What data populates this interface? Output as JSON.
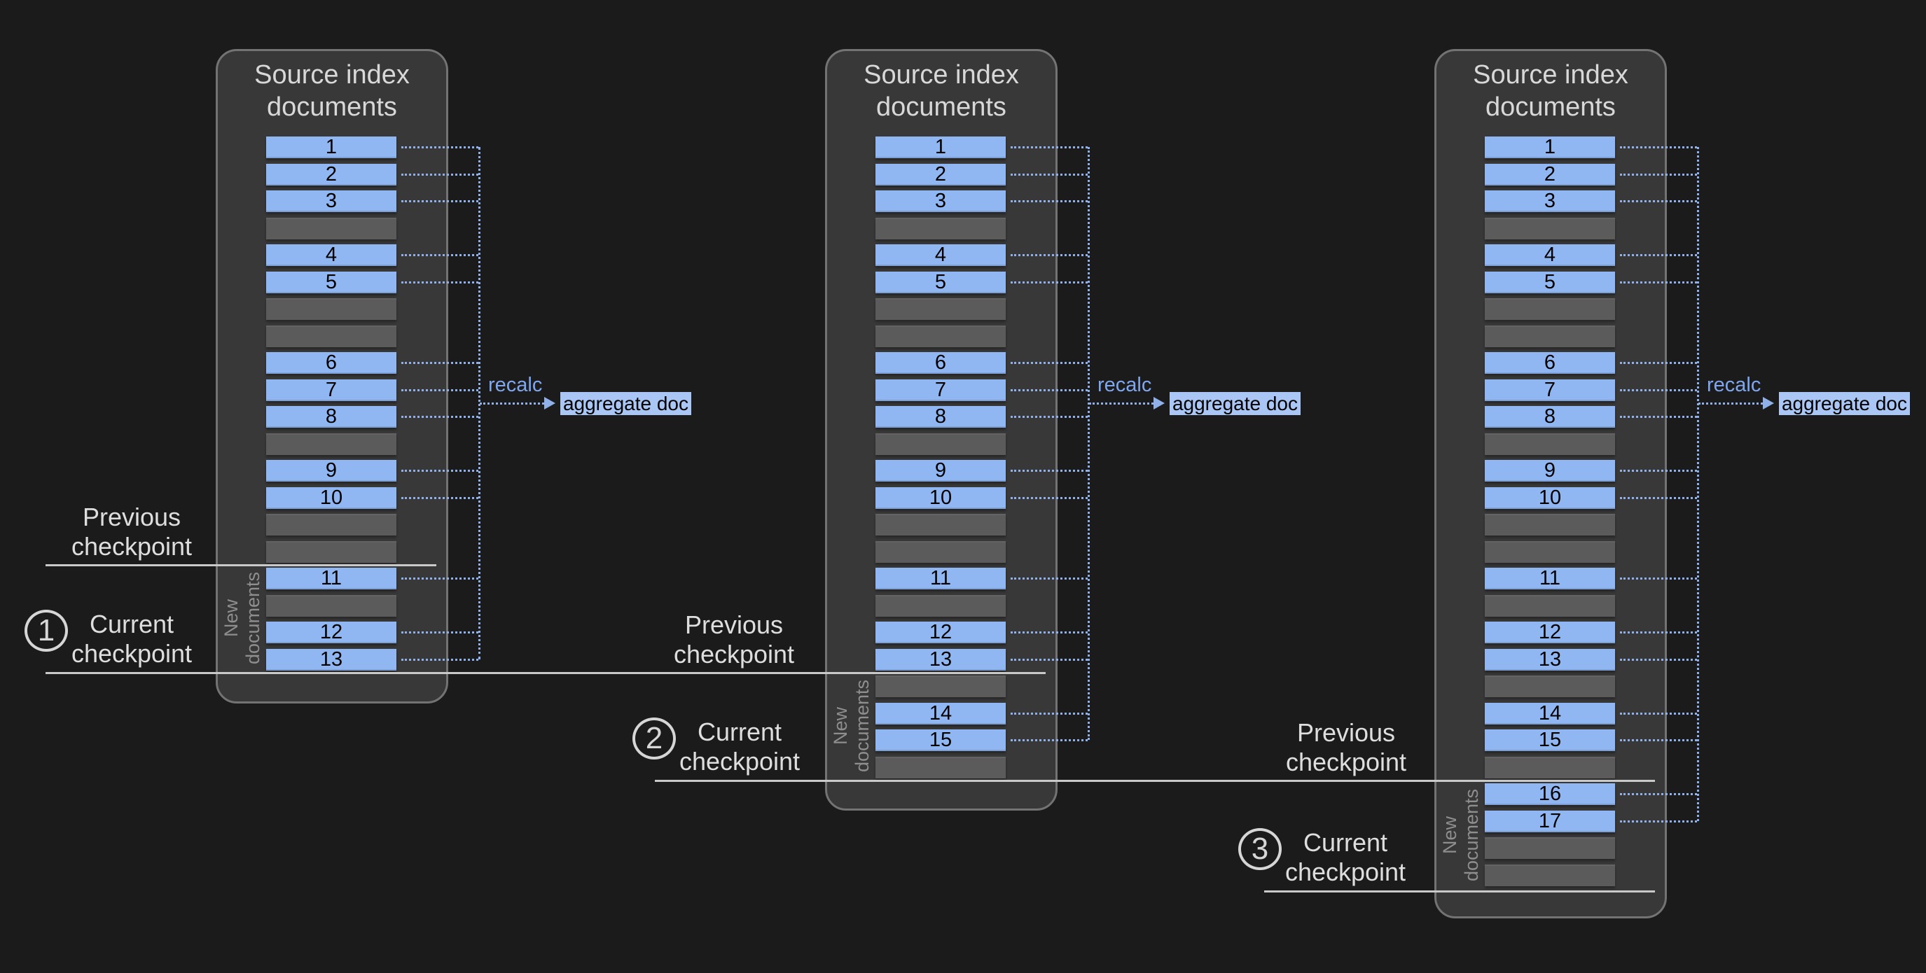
{
  "diagram": {
    "background": "#1b1b1b",
    "panel_title_lines": [
      "Source index",
      "documents"
    ],
    "recalc_label": "recalc",
    "aggregate_label": "aggregate doc",
    "new_documents_lines": [
      "New",
      "documents"
    ],
    "colors": {
      "panel_bg": "#383838",
      "panel_border": "#737373",
      "doc_bar": "#90b7f2",
      "empty_bar": "#5b5b5b",
      "connector_blue": "#8fb0e8",
      "recalc_text": "#7fa7ef",
      "aggregate_bg": "#a9c6f5",
      "checkpoint_line": "#c9c9c9",
      "label_text": "#dedede",
      "new_documents_text": "#8e8e8e",
      "title_text": "#d8d8d8"
    },
    "panels": [
      {
        "rows": [
          "1",
          "2",
          "3",
          "",
          "4",
          "5",
          "",
          "",
          "6",
          "7",
          "8",
          "",
          "9",
          "10",
          "",
          "",
          "11",
          "",
          "12",
          "13"
        ],
        "new_documents_start_row": 16,
        "previous_checkpoint": {
          "lines": [
            "Previous",
            "checkpoint"
          ]
        },
        "current_checkpoint": {
          "number": "1",
          "lines": [
            "Current",
            "checkpoint"
          ]
        }
      },
      {
        "rows": [
          "1",
          "2",
          "3",
          "",
          "4",
          "5",
          "",
          "",
          "6",
          "7",
          "8",
          "",
          "9",
          "10",
          "",
          "",
          "11",
          "",
          "12",
          "13",
          "",
          "14",
          "15",
          ""
        ],
        "new_documents_start_row": 20,
        "previous_checkpoint": {
          "lines": [
            "Previous",
            "checkpoint"
          ]
        },
        "current_checkpoint": {
          "number": "2",
          "lines": [
            "Current",
            "checkpoint"
          ]
        }
      },
      {
        "rows": [
          "1",
          "2",
          "3",
          "",
          "4",
          "5",
          "",
          "",
          "6",
          "7",
          "8",
          "",
          "9",
          "10",
          "",
          "",
          "11",
          "",
          "12",
          "13",
          "",
          "14",
          "15",
          "",
          "16",
          "17",
          "",
          ""
        ],
        "new_documents_start_row": 24,
        "previous_checkpoint": {
          "lines": [
            "Previous",
            "checkpoint"
          ]
        },
        "current_checkpoint": {
          "number": "3",
          "lines": [
            "Current",
            "checkpoint"
          ]
        }
      }
    ]
  }
}
